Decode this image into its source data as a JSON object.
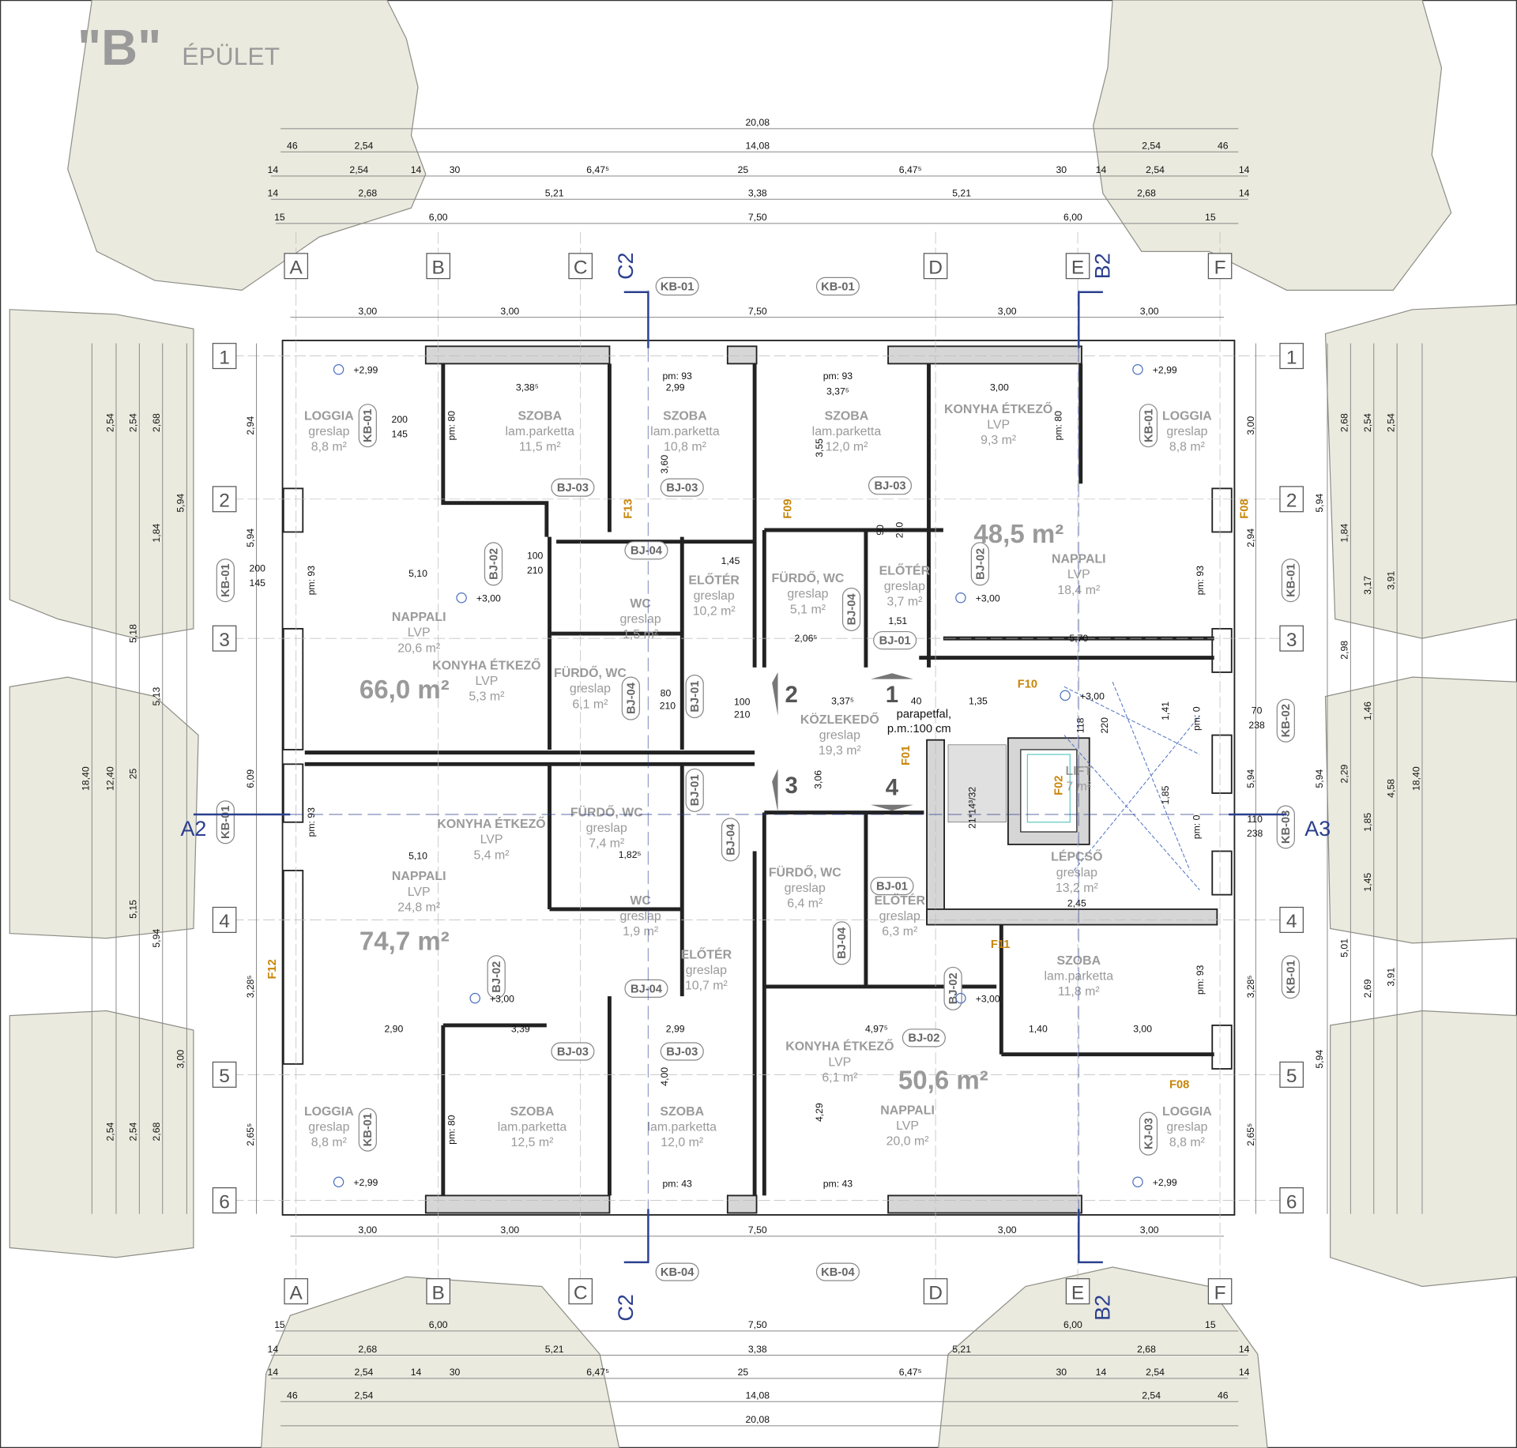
{
  "title": {
    "letter": "\"B\"",
    "word": "ÉPÜLET"
  },
  "axes": {
    "columns": [
      "A",
      "B",
      "C",
      "D",
      "E",
      "F"
    ],
    "rows": [
      "1",
      "2",
      "3",
      "4",
      "5",
      "6"
    ]
  },
  "sections": {
    "top_left": "C2",
    "top_right": "B2",
    "bottom_left": "C2",
    "bottom_right": "B2",
    "left": "A2",
    "right": "A3"
  },
  "apartment_totals": [
    "66,0 m²",
    "48,5 m²",
    "74,7 m²",
    "50,6 m²"
  ],
  "rooms": [
    {
      "name": "LOGGIA",
      "floor": "greslap",
      "area": "8,8 m²"
    },
    {
      "name": "SZOBA",
      "floor": "lam.parketta",
      "area": "11,5 m²"
    },
    {
      "name": "SZOBA",
      "floor": "lam.parketta",
      "area": "10,8 m²"
    },
    {
      "name": "SZOBA",
      "floor": "lam.parketta",
      "area": "12,0 m²"
    },
    {
      "name": "KONYHA ÉTKEZŐ",
      "floor": "LVP",
      "area": "9,3 m²"
    },
    {
      "name": "LOGGIA",
      "floor": "greslap",
      "area": "8,8 m²"
    },
    {
      "name": "NAPPALI",
      "floor": "LVP",
      "area": "20,6 m²"
    },
    {
      "name": "KONYHA ÉTKEZŐ",
      "floor": "LVP",
      "area": "5,3 m²"
    },
    {
      "name": "WC",
      "floor": "greslap",
      "area": "1,5 m²"
    },
    {
      "name": "FÜRDŐ, WC",
      "floor": "greslap",
      "area": "6,1 m²"
    },
    {
      "name": "ELŐTÉR",
      "floor": "greslap",
      "area": "10,2 m²"
    },
    {
      "name": "FÜRDŐ, WC",
      "floor": "greslap",
      "area": "5,1 m²"
    },
    {
      "name": "ELŐTÉR",
      "floor": "greslap",
      "area": "3,7 m²"
    },
    {
      "name": "NAPPALI",
      "floor": "LVP",
      "area": "18,4 m²"
    },
    {
      "name": "KÖZLEKEDŐ",
      "floor": "greslap",
      "area": "19,3 m²"
    },
    {
      "name": "LIFT",
      "floor": "",
      "area": "7 m²"
    },
    {
      "name": "LÉPCSŐ",
      "floor": "greslap",
      "area": "13,2 m²"
    },
    {
      "name": "KONYHA ÉTKEZŐ",
      "floor": "LVP",
      "area": "5,4 m²"
    },
    {
      "name": "FÜRDŐ, WC",
      "floor": "greslap",
      "area": "7,4 m²"
    },
    {
      "name": "NAPPALI",
      "floor": "LVP",
      "area": "24,8 m²"
    },
    {
      "name": "WC",
      "floor": "greslap",
      "area": "1,9 m²"
    },
    {
      "name": "ELŐTÉR",
      "floor": "greslap",
      "area": "10,7 m²"
    },
    {
      "name": "FÜRDŐ, WC",
      "floor": "greslap",
      "area": "6,4 m²"
    },
    {
      "name": "ELŐTÉR",
      "floor": "greslap",
      "area": "6,3 m²"
    },
    {
      "name": "SZOBA",
      "floor": "lam.parketta",
      "area": "11,8 m²"
    },
    {
      "name": "KONYHA ÉTKEZŐ",
      "floor": "LVP",
      "area": "6,1 m²"
    },
    {
      "name": "NAPPALI",
      "floor": "LVP",
      "area": "20,0 m²"
    },
    {
      "name": "SZOBA",
      "floor": "lam.parketta",
      "area": "12,5 m²"
    },
    {
      "name": "SZOBA",
      "floor": "lam.parketta",
      "area": "12,0 m²"
    },
    {
      "name": "LOGGIA",
      "floor": "greslap",
      "area": "8,8 m²"
    },
    {
      "name": "LOGGIA",
      "floor": "greslap",
      "area": "8,8 m²"
    }
  ],
  "door_tags": [
    "BJ-03",
    "BJ-03",
    "BJ-03",
    "BJ-03",
    "BJ-03",
    "BJ-04",
    "BJ-04",
    "BJ-02",
    "BJ-02",
    "BJ-02",
    "BJ-02",
    "BJ-02",
    "BJ-01",
    "BJ-01",
    "BJ-01",
    "BJ-01",
    "BJ-04",
    "BJ-04",
    "BJ-04",
    "BJ-04"
  ],
  "window_tags": [
    "KB-01",
    "KB-01",
    "KB-01",
    "KB-01",
    "KB-01",
    "KB-01",
    "KB-02",
    "KB-03",
    "KB-04",
    "KB-04",
    "KB-01",
    "KB-01",
    "KB-01",
    "KJ-03"
  ],
  "facade_tags": [
    "F13",
    "F09",
    "F08",
    "F10",
    "F01",
    "F02",
    "F11",
    "F12",
    "F08"
  ],
  "stair_markers": [
    "1",
    "2",
    "3",
    "4"
  ],
  "notes": {
    "parapet_1": "parapetfal,",
    "parapet_2": "p.m.:100 cm",
    "stair_spec": "21*14³/32",
    "levels": [
      "+2,99",
      "+2,99",
      "+3,00",
      "+3,00",
      "+3,00",
      "+3,00",
      "+3,00",
      "+2,99",
      "+2,99"
    ],
    "sill_heights": [
      "pm: 93",
      "pm: 93",
      "pm: 80",
      "pm: 80",
      "pm: 93",
      "pm: 93",
      "pm: 93",
      "pm: 93",
      "pm: 80",
      "pm: 43",
      "pm: 43",
      "pm: 0",
      "pm: 0"
    ]
  },
  "dimensions": {
    "top": [
      "20,08",
      "46",
      "2,54",
      "14,08",
      "2,54",
      "46",
      "14",
      "2,54",
      "14",
      "30",
      "6,47⁵",
      "25",
      "6,47⁵",
      "30",
      "14",
      "2,54",
      "14",
      "14",
      "2,68",
      "5,21",
      "3,38",
      "5,21",
      "2,68",
      "14",
      "15",
      "6,00",
      "7,50",
      "6,00",
      "15",
      "3,00",
      "3,00",
      "7,50",
      "3,00",
      "3,00"
    ],
    "bottom": [
      "3,00",
      "3,00",
      "7,50",
      "3,00",
      "3,00",
      "15",
      "6,00",
      "7,50",
      "6,00",
      "15",
      "14",
      "2,68",
      "5,21",
      "3,38",
      "5,21",
      "2,68",
      "14",
      "14",
      "2,54",
      "14",
      "30",
      "6,47⁵",
      "25",
      "6,47⁵",
      "30",
      "14",
      "2,54",
      "14",
      "46",
      "2,54",
      "14,08",
      "2,54",
      "46",
      "20,08"
    ],
    "left": [
      "18,40",
      "12,40",
      "5,94",
      "5,18",
      "5,13",
      "6,09",
      "5,15",
      "5,94",
      "3,00",
      "2,94",
      "5,94",
      "3,28⁵",
      "2,65⁵",
      "2,54",
      "2,54",
      "2,68",
      "2,54",
      "2,54",
      "2,68",
      "1,84",
      "25"
    ],
    "right": [
      "18,40",
      "5,94",
      "3,91",
      "3,17",
      "2,98",
      "4,58",
      "5,94",
      "5,01",
      "3,91",
      "5,94",
      "3,00",
      "2,94",
      "5,94",
      "3,28⁵",
      "2,65⁵",
      "2,54",
      "2,54",
      "2,68",
      "1,84",
      "2,29",
      "1,85",
      "1,46",
      "2,69",
      "1,45"
    ],
    "interior": [
      "3,38⁵",
      "2,99",
      "3,37⁵",
      "3,00",
      "5,10",
      "5,70",
      "3,37⁵",
      "1,35",
      "3,06",
      "5,10",
      "2,90",
      "3,39",
      "2,99",
      "4,97⁵",
      "1,40",
      "3,00",
      "3,60",
      "3,55",
      "4,00",
      "4,29",
      "2,45",
      "200",
      "145",
      "200",
      "145",
      "100",
      "210",
      "80",
      "210",
      "90",
      "210",
      "100",
      "210",
      "1,45",
      "1,82⁵",
      "2,06⁵",
      "1,51",
      "40",
      "118",
      "220",
      "1,41",
      "1,85",
      "110",
      "238",
      "70",
      "238"
    ]
  },
  "colors": {
    "apt_pink": "#f3eaea",
    "apt_green": "#e7e9da",
    "tree": "#ebeadf",
    "facade_tag": "#c8860a",
    "section": "#2b3f8f"
  }
}
